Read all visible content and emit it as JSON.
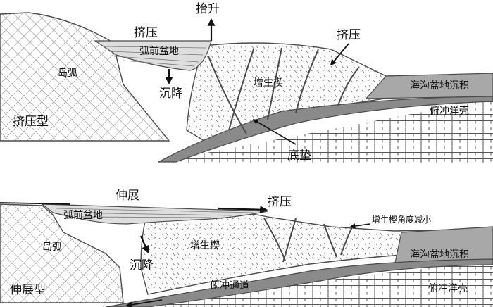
{
  "panel_top": {
    "label_uplift": "抬升",
    "label_compress_left": "挤压",
    "label_forearc_basin": "弧前盆地",
    "label_island_arc": "岛弧",
    "label_subsidence": "沉降",
    "label_accretionary_wedge": "增生楔",
    "label_compress_right": "挤压",
    "label_trench_sediment": "海沟盆地沉积",
    "label_oceanic_crust": "俯冲洋壳",
    "label_type": "挤压型",
    "label_underplating": "底垫"
  },
  "panel_bottom": {
    "label_extension": "伸展",
    "label_forearc_basin": "弧前盆地",
    "label_compress": "挤压",
    "label_wedge_angle": "增生楔角度减小",
    "label_island_arc": "岛弧",
    "label_accretionary_wedge": "增生楔",
    "label_subsidence": "沉降",
    "label_trench_sediment": "海沟盆地沉积",
    "label_type": "伸展型",
    "label_subduction_channel": "俯冲通道",
    "label_oceanic_crust": "俯冲洋壳"
  },
  "colors": {
    "crosshatch": "#6f6f6f",
    "trench_fill": "#a8a8a8",
    "channel_fill": "#8a8a8a",
    "basin_fill": "#dedede",
    "outline": "#4a4a4a"
  }
}
